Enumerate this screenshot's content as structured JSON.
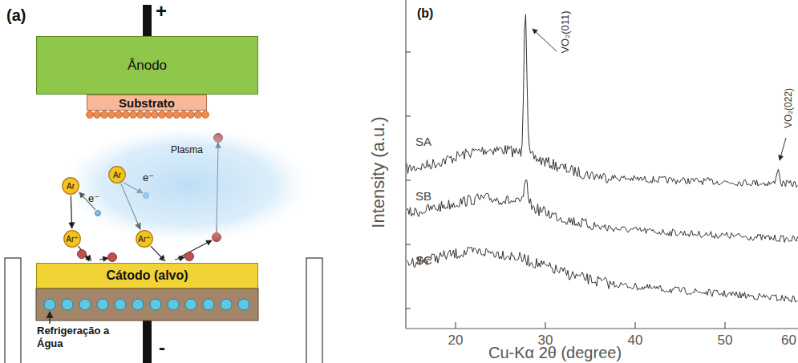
{
  "diagram": {
    "nodes": [
      {
        "text": [
          "Ânodo"
        ]
      },
      {
        "text": [
          "Substrato"
        ]
      },
      {
        "text": [
          "Plasma"
        ]
      },
      {
        "text": [
          "Ar"
        ]
      },
      {
        "text": [
          "Ar⁺"
        ]
      },
      {
        "text": [
          "Ar"
        ]
      },
      {
        "text": [
          "Ar⁺"
        ]
      },
      {
        "text": [
          "Cátodo (alvo)"
        ]
      }
    ],
    "edges": [
      {
        "from": 3,
        "to": 4,
        "arrow": "to"
      },
      {
        "from": 4,
        "to": 7,
        "arrow": "to"
      },
      {
        "from": 5,
        "to": 6,
        "arrow": "to"
      },
      {
        "from": 6,
        "to": 7,
        "arrow": "to"
      }
    ],
    "labels": [
      "(a)",
      "+",
      "e⁻",
      "e⁻",
      "-",
      "Refrigeração a Água",
      "(b)",
      "VO₂(011)",
      "VO₂(022)",
      "SA",
      "SB",
      "SC",
      "Intensity (a.u.)",
      "20",
      "30",
      "40",
      "50",
      "60",
      "Cu-Kα 2θ (degree)"
    ]
  }
}
